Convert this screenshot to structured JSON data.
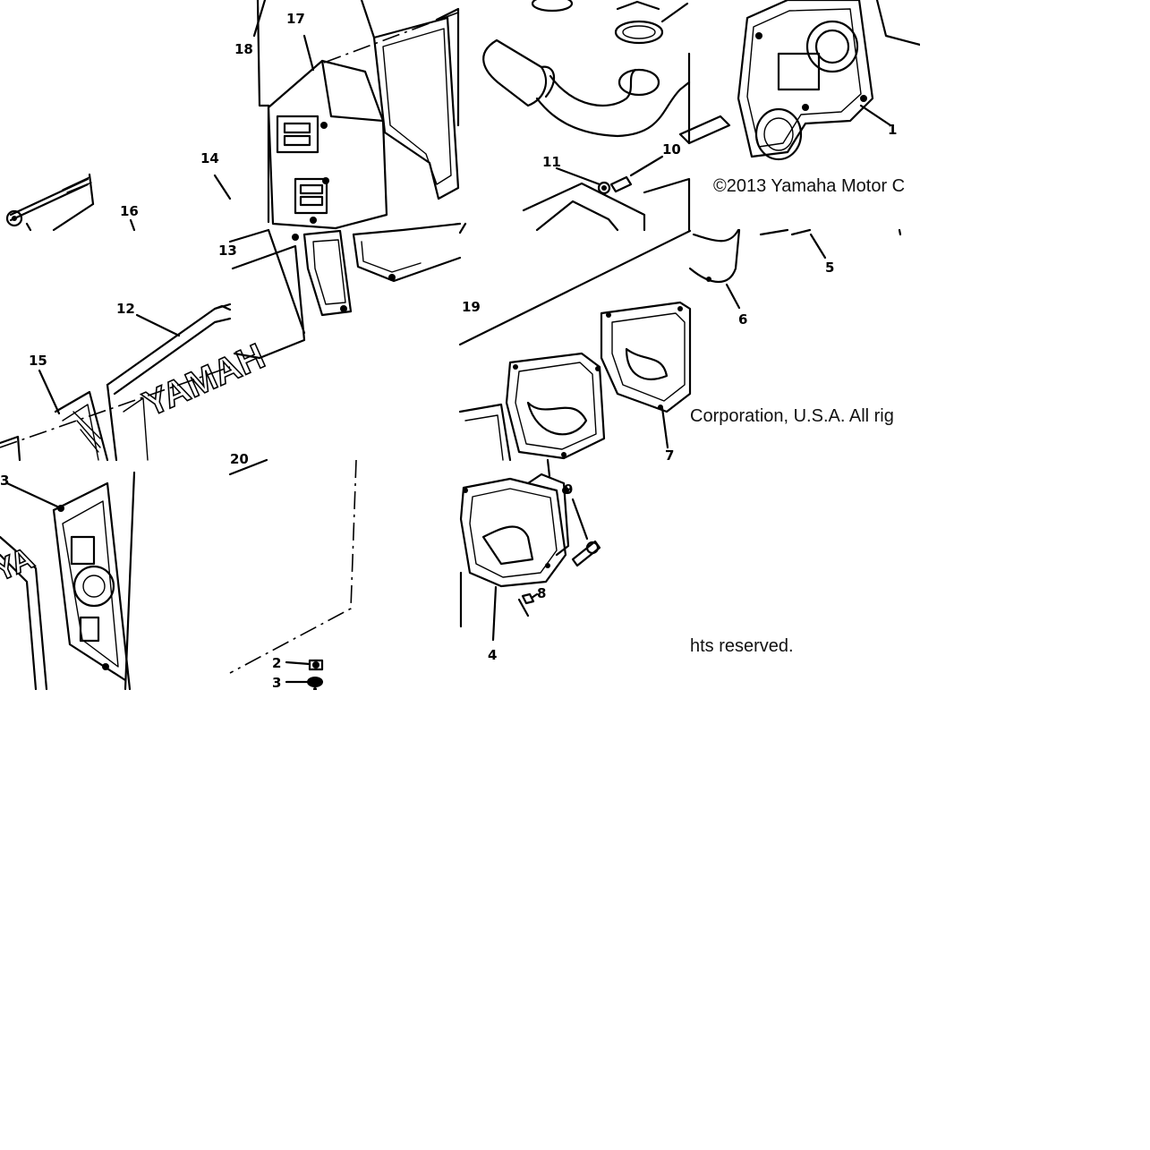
{
  "callouts": [
    "1",
    "2",
    "3",
    "4",
    "5",
    "6",
    "7",
    "8",
    "9",
    "10",
    "11",
    "12",
    "13",
    "14",
    "15",
    "16",
    "17",
    "18",
    "19",
    "20",
    "3"
  ],
  "copyright": {
    "line1": "©2013 Yamaha Motor C",
    "line2": "Corporation, U.S.A. All rig",
    "line3": "hts reserved."
  },
  "brand_text": {
    "cover": "YAMAH",
    "cover_lower": "YA"
  }
}
